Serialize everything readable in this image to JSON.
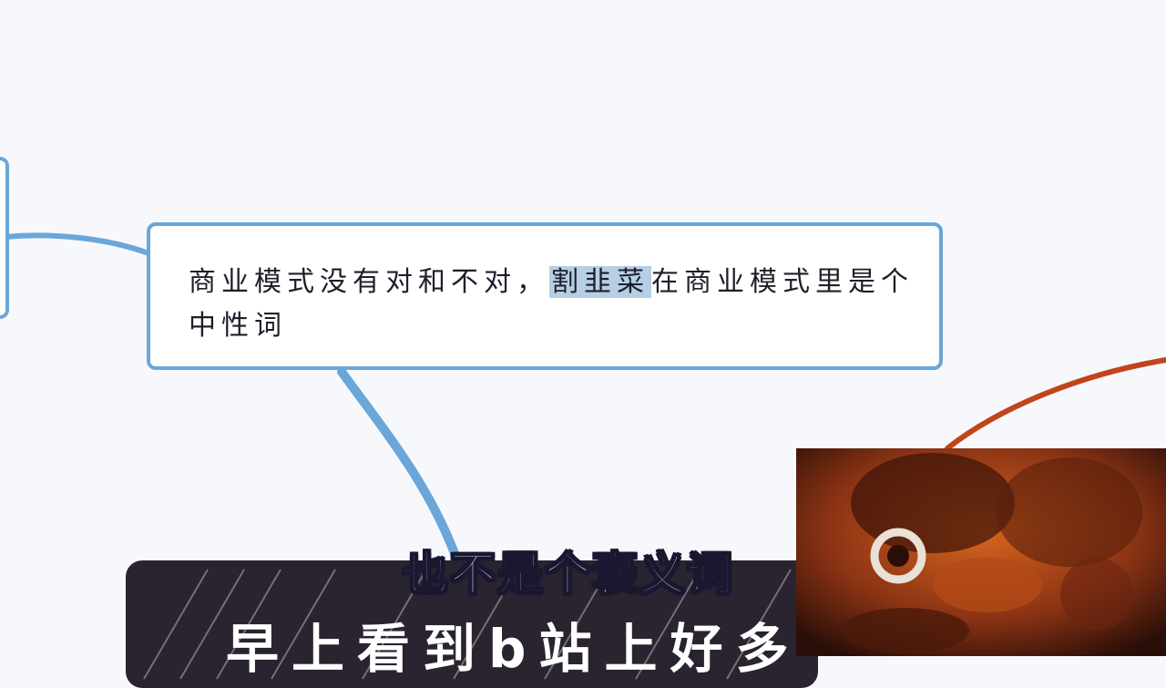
{
  "mindmap": {
    "node_text_before": "商业模式没有对和不对，",
    "node_text_highlight": "割韭菜",
    "node_text_after": "在商业模式里是个中性词"
  },
  "overlay": {
    "subtitle": "也不是个褒义词",
    "banner_text": "早上看到b站上好多"
  },
  "colors": {
    "accent_blue": "#6aa7d8",
    "connector_orange": "#c2441a",
    "banner_bg": "#2a2330",
    "highlight": "#b6cfe4"
  }
}
